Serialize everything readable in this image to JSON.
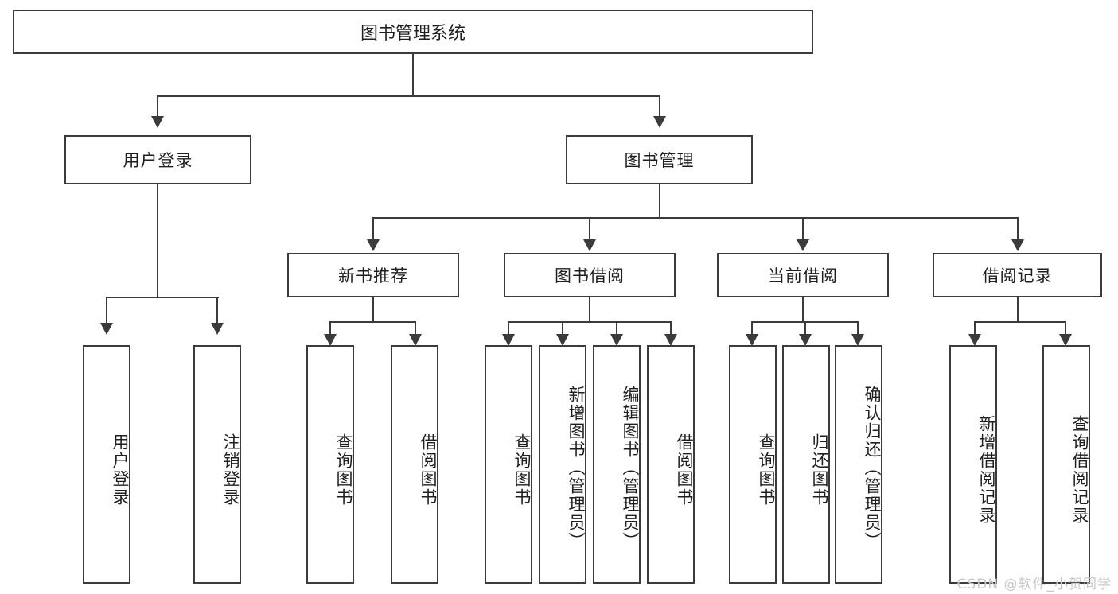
{
  "diagram": {
    "type": "tree-hierarchy-chart",
    "title": "图书管理系统",
    "watermark": "CSDN @软件_小贺同学",
    "colors": {
      "box_border": "#3b3b3b",
      "box_fill": "#ffffff",
      "text": "#1f1f1f",
      "connector": "#3b3b3b",
      "watermark": "#c9c9c9"
    },
    "root": {
      "label": "图书管理系统"
    },
    "level2": [
      {
        "label": "用户登录"
      },
      {
        "label": "图书管理"
      }
    ],
    "level3": [
      {
        "label": "新书推荐"
      },
      {
        "label": "图书借阅"
      },
      {
        "label": "当前借阅"
      },
      {
        "label": "借阅记录"
      }
    ],
    "leaves": {
      "user_login": [
        {
          "label": "用户登录"
        },
        {
          "label": "注销登录"
        }
      ],
      "new_book_recommend": [
        {
          "label": "查询图书"
        },
        {
          "label": "借阅图书"
        }
      ],
      "book_borrow": [
        {
          "label": "查询图书"
        },
        {
          "label": "新增图书（管理员）"
        },
        {
          "label": "编辑图书（管理员）"
        },
        {
          "label": "借阅图书"
        }
      ],
      "current_borrow": [
        {
          "label": "查询图书"
        },
        {
          "label": "归还图书"
        },
        {
          "label": "确认归还（管理员）"
        }
      ],
      "borrow_record": [
        {
          "label": "新增借阅记录"
        },
        {
          "label": "查询借阅记录"
        }
      ]
    }
  }
}
